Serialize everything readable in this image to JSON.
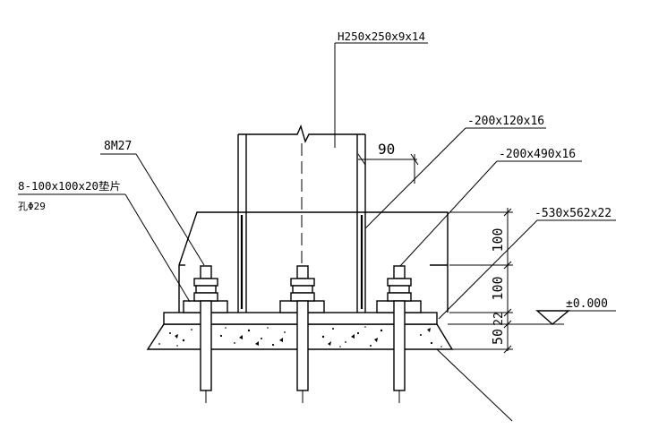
{
  "labels": {
    "column_section": "H250x250x9x14",
    "stiffener_plate": "-200x120x16",
    "rib_plate": "-200x490x16",
    "base_plate": "-530x562x22",
    "anchor_bolts": "8M27",
    "washers": "8-100x100x20垫片",
    "washer_hole": "孔Φ29",
    "elevation": "±0.000"
  },
  "dimensions": {
    "stiffener_offset": "90",
    "rib_upper": "100",
    "rib_lower": "100",
    "plate_thickness": "22",
    "grout_thickness": "50"
  },
  "colors": {
    "line": "#000000",
    "background": "#ffffff"
  }
}
